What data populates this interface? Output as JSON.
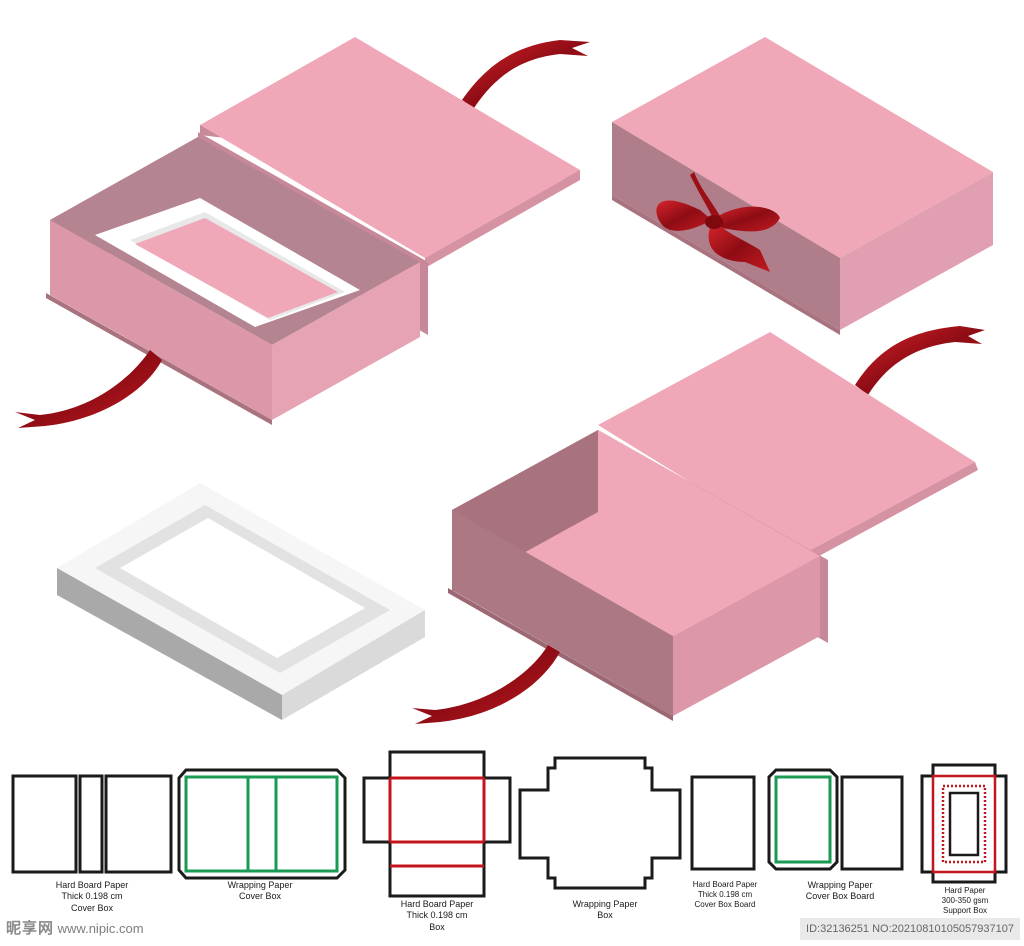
{
  "dielines": [
    {
      "id": "cover-box",
      "lines": [
        "Hard Board Paper",
        "Thick 0.198 cm",
        "Cover Box"
      ]
    },
    {
      "id": "wrap-cover",
      "lines": [
        "Wrapping Paper",
        "Cover Box"
      ]
    },
    {
      "id": "box",
      "lines": [
        "Hard Board Paper",
        "Thick 0.198 cm",
        "Box"
      ]
    },
    {
      "id": "wrap-box",
      "lines": [
        "Wrapping Paper",
        "Box"
      ]
    },
    {
      "id": "cover-board",
      "lines": [
        "Hard Board Paper",
        "Thick 0.198 cm",
        "Cover Box Board"
      ]
    },
    {
      "id": "wrap-board",
      "lines": [
        "Wrapping Paper",
        "Cover Box Board"
      ]
    },
    {
      "id": "support",
      "lines": [
        "Hard Paper",
        "300-350 gsm",
        "Support Box"
      ]
    }
  ],
  "watermark": {
    "logo": "昵享网",
    "site": "www.nipic.com",
    "id_text": "ID:32136251 NO:20210810105057937107"
  },
  "colors": {
    "pink_top": "#f0a8b9",
    "pink_side": "#dd98a9",
    "pink_dark": "#a8737f",
    "ribbon": "#b5121b",
    "fold_green": "#1b9a54",
    "fold_red": "#c4151c"
  }
}
